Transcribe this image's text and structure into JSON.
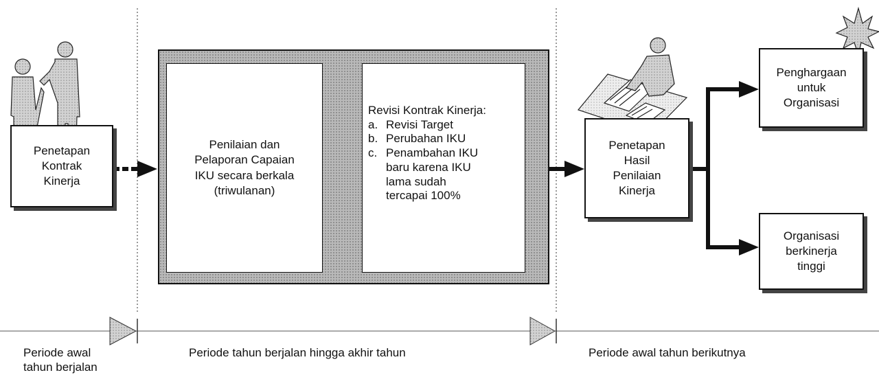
{
  "stages": {
    "penetapan_kontrak": "Penetapan\nKontrak\nKinerja",
    "penilaian": "Penilaian dan\nPelaporan Capaian\nIKU secara berkala\n(triwulanan)",
    "revisi": {
      "title": "Revisi Kontrak Kinerja:",
      "items": [
        {
          "marker": "a.",
          "text": "Revisi Target"
        },
        {
          "marker": "b.",
          "text": "Perubahan IKU"
        },
        {
          "marker": "c.",
          "text": "Penambahan IKU\nbaru karena IKU\nlama sudah\ntercapai 100%"
        }
      ]
    },
    "penetapan_hasil": "Penetapan\nHasil\nPenilaian\nKinerja",
    "penghargaan": "Penghargaan\nuntuk\nOrganisasi",
    "organisasi_tinggi": "Organisasi\nberkinerja\ntinggi"
  },
  "periods": {
    "awal": "Periode awal\ntahun berjalan",
    "berjalan": "Periode tahun berjalan hingga akhir tahun",
    "berikutnya": "Periode awal tahun berikutnya"
  },
  "icons": [
    "handshake-people-icon",
    "person-reviewing-documents-icon",
    "star-burst-icon"
  ]
}
